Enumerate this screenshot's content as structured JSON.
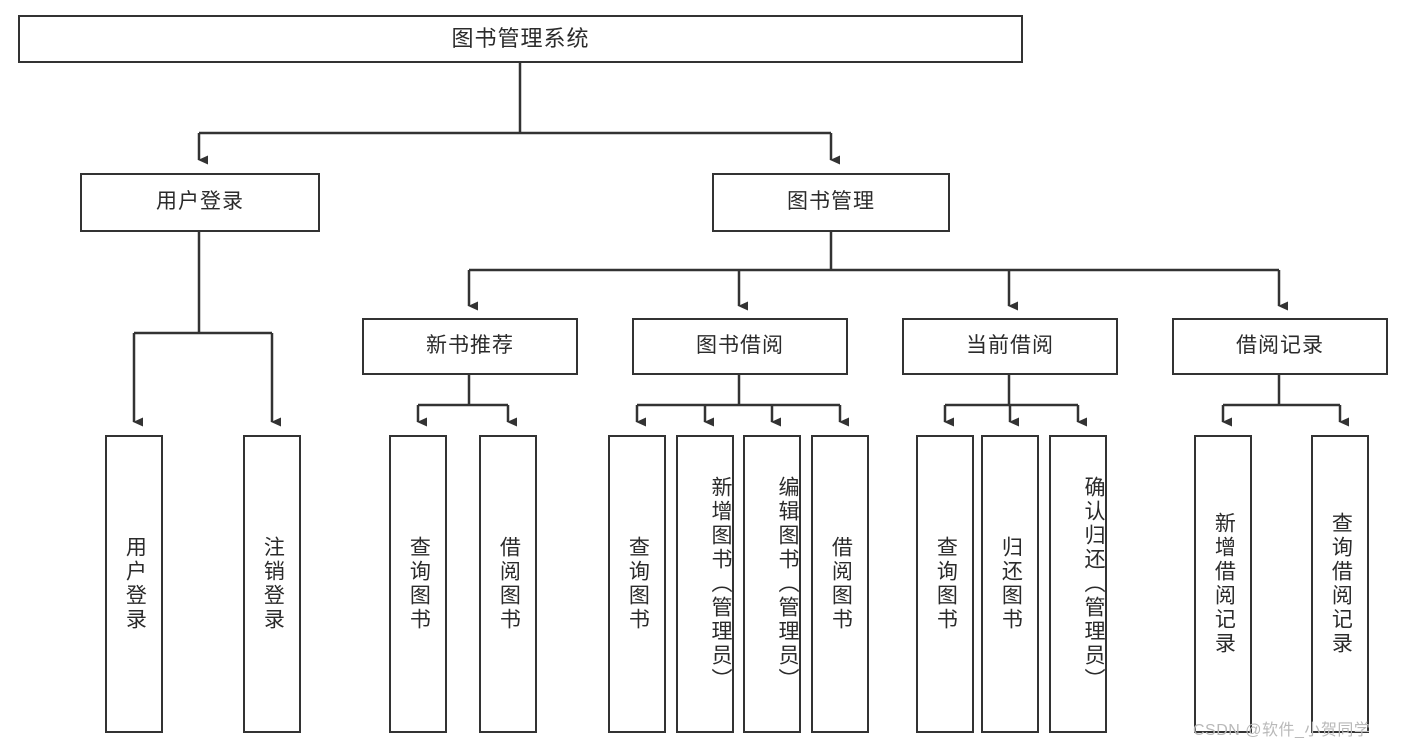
{
  "diagram": {
    "title": "图书管理系统",
    "type": "tree-hierarchy",
    "watermark": "CSDN @软件_小贺同学",
    "colors": {
      "stroke": "#333333",
      "fill": "#ffffff",
      "text": "#2b2b2b",
      "watermark": "#b9b9b9"
    }
  },
  "nodes": {
    "root": {
      "label": "图书管理系统"
    },
    "level2": [
      {
        "label": "用户登录"
      },
      {
        "label": "图书管理"
      }
    ],
    "level3": [
      {
        "label": "新书推荐"
      },
      {
        "label": "图书借阅"
      },
      {
        "label": "当前借阅"
      },
      {
        "label": "借阅记录"
      }
    ],
    "leaves": {
      "user_login": [
        {
          "label": "用户登录"
        },
        {
          "label": "注销登录"
        }
      ],
      "new_book_recommend": [
        {
          "label": "查询图书"
        },
        {
          "label": "借阅图书"
        }
      ],
      "book_borrow": [
        {
          "label": "查询图书"
        },
        {
          "label": "新增图书（管理员）"
        },
        {
          "label": "编辑图书（管理员）"
        },
        {
          "label": "借阅图书"
        }
      ],
      "current_borrow": [
        {
          "label": "查询图书"
        },
        {
          "label": "归还图书"
        },
        {
          "label": "确认归还（管理员）"
        }
      ],
      "borrow_record": [
        {
          "label": "新增借阅记录"
        },
        {
          "label": "查询借阅记录"
        }
      ]
    }
  }
}
